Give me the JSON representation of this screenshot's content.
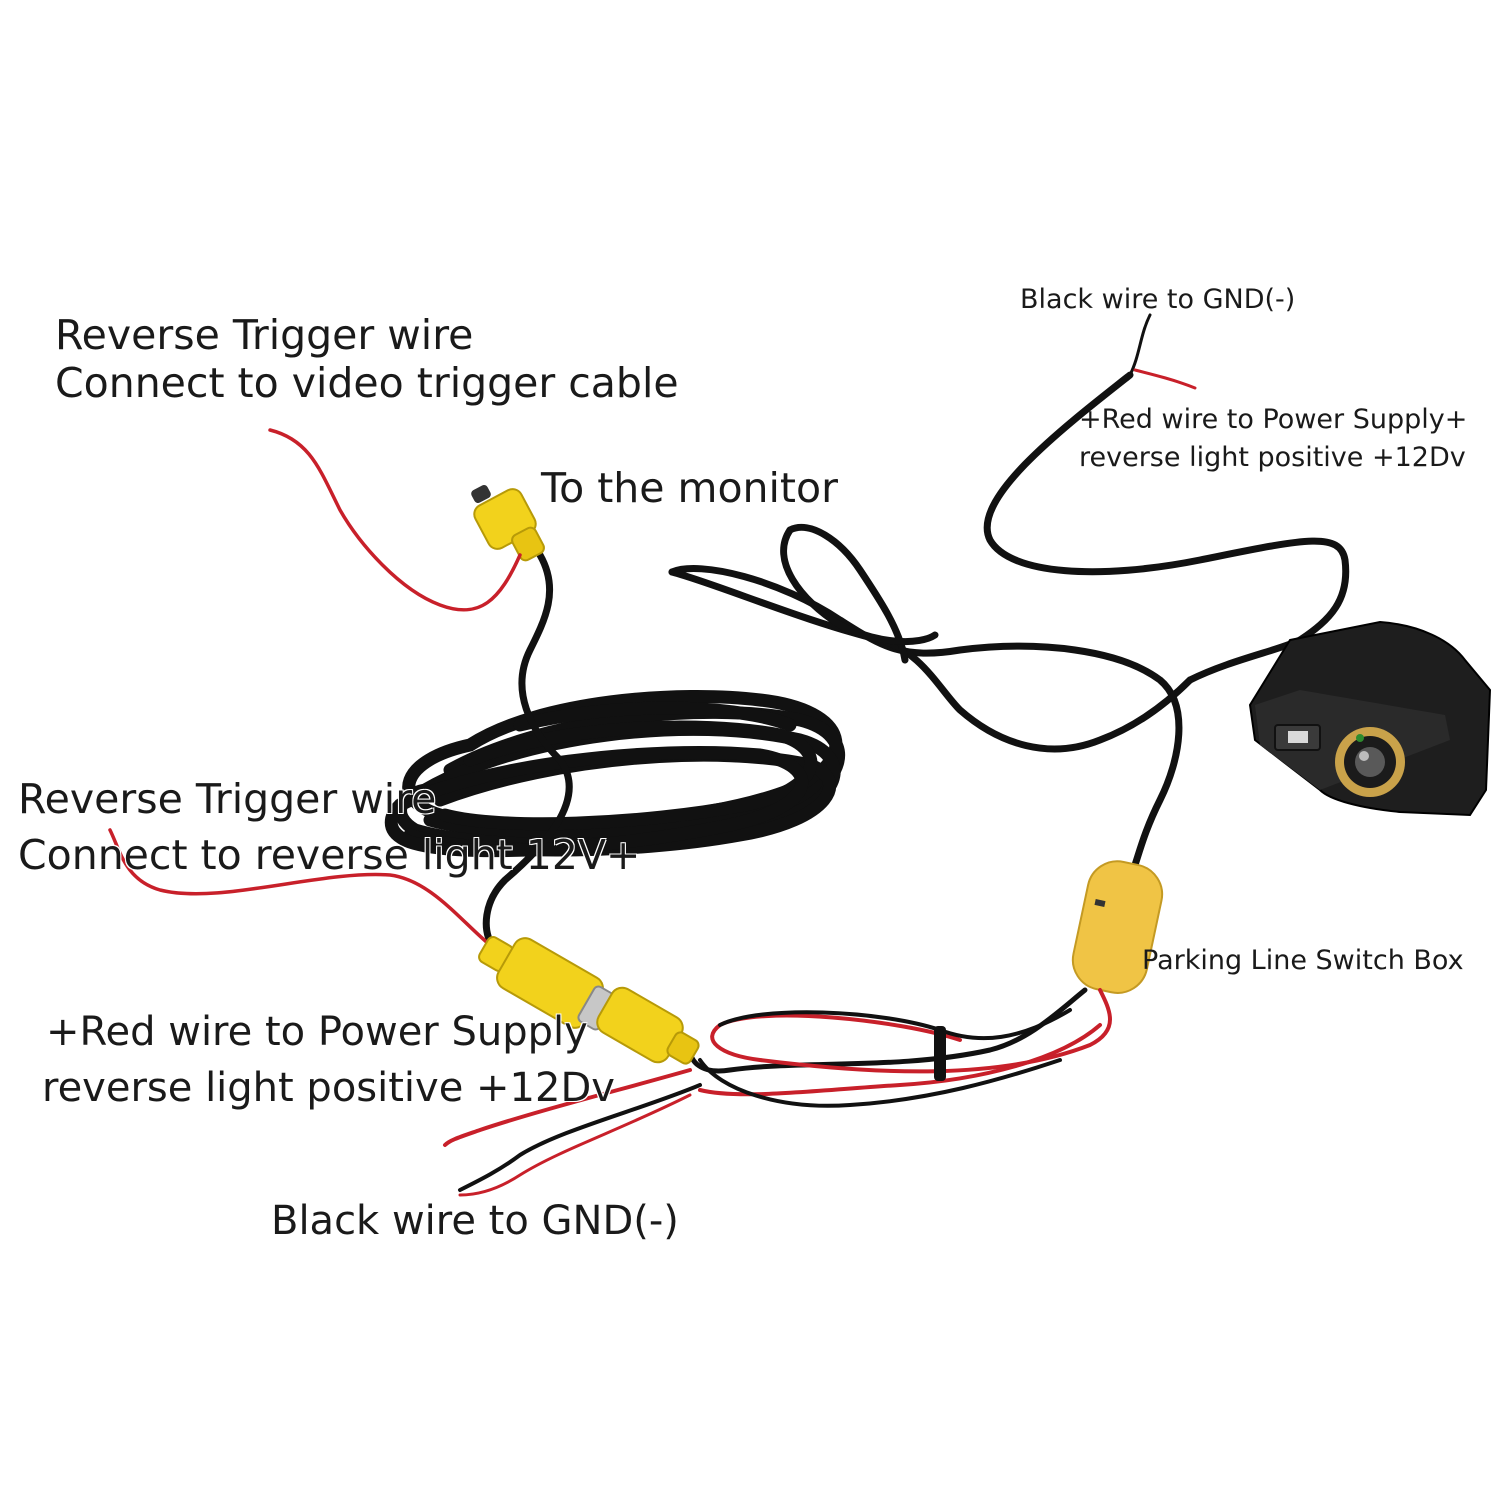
{
  "labels": {
    "trigger_video": {
      "line1": "Reverse Trigger wire",
      "line2": "Connect to video trigger cable"
    },
    "to_monitor": "To the monitor",
    "camera_black": "Black wire to GND(-)",
    "camera_red": {
      "line1": "+Red wire to Power Supply+",
      "line2": "reverse light positive +12Dv"
    },
    "trigger_reverse": {
      "line1": "Reverse Trigger wire",
      "line2": "Connect to reverse light 12V+"
    },
    "switch_box": "Parking Line Switch Box",
    "power_red": {
      "line1": "+Red wire to Power Supply",
      "line2": "reverse light positive +12Dv"
    },
    "power_black": "Black wire to GND(-)"
  },
  "colors": {
    "cable_black": "#111111",
    "wire_red": "#c8202a",
    "connector_yellow": "#f2d21c",
    "switch_box_yellow": "#f0c445",
    "camera_body": "#1e1e1e",
    "lens_ring": "#c9a24a"
  }
}
